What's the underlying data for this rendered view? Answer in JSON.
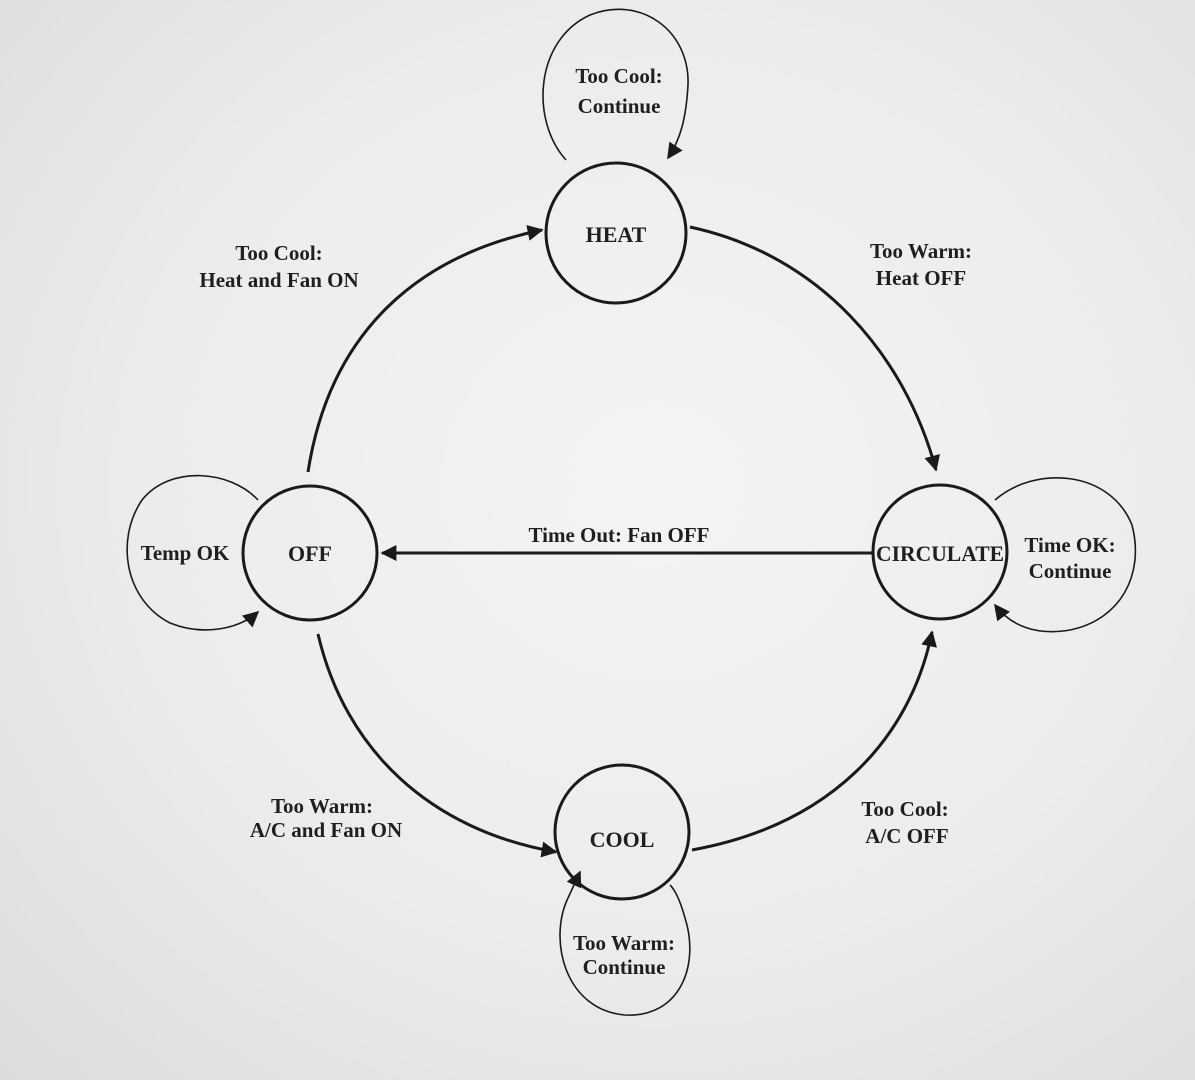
{
  "states": {
    "heat": "HEAT",
    "off": "OFF",
    "circulate": "CIRCULATE",
    "cool": "COOL"
  },
  "self_loops": {
    "heat": [
      "Too Cool:",
      "Continue"
    ],
    "off": [
      "Temp OK"
    ],
    "circulate": [
      "Time OK:",
      "Continue"
    ],
    "cool": [
      "Too Warm:",
      "Continue"
    ]
  },
  "transitions": {
    "off_to_heat": [
      "Too Cool:",
      "Heat and Fan ON"
    ],
    "heat_to_circulate": [
      "Too Warm:",
      "Heat OFF"
    ],
    "circulate_to_off": [
      "Time Out: Fan OFF"
    ],
    "off_to_cool": [
      "Too Warm:",
      "A/C and Fan ON"
    ],
    "cool_to_circulate": [
      "Too Cool:",
      "A/C OFF"
    ]
  },
  "colors": {
    "ink": "#1a1a1a"
  }
}
